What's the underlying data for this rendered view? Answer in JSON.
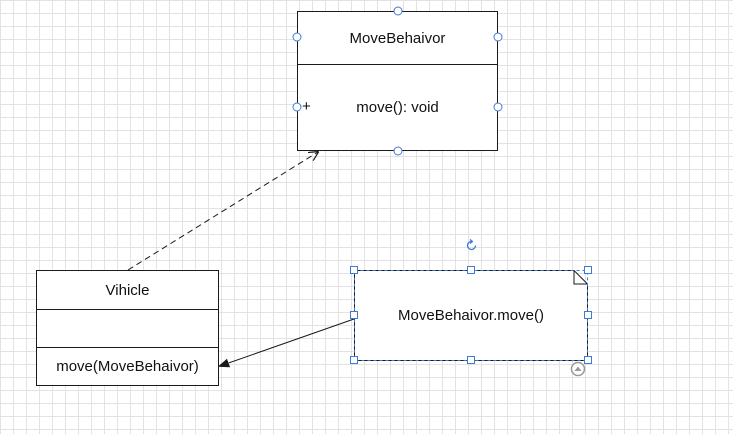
{
  "diagram": {
    "move_behavior": {
      "name": "MoveBehaivor",
      "method": "move(): void",
      "visibility": "+"
    },
    "vihicle": {
      "name": "Vihicle",
      "attributes": "",
      "method": "move(MoveBehaivor)"
    },
    "note": {
      "text": "MoveBehaivor.move()"
    }
  },
  "colors": {
    "line": "#1a1a1a",
    "selection": "#3d7bd9",
    "grid": "#e3e3e3",
    "handle_ring": "#999999"
  },
  "icons": {
    "rotate": "rotate-icon",
    "expand": "expand-icon"
  }
}
